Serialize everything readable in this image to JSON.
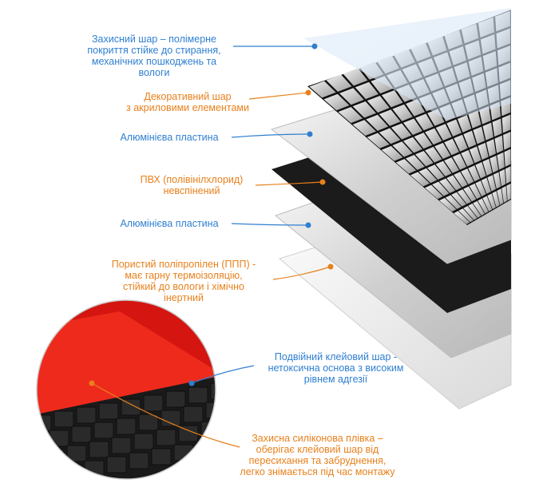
{
  "colors": {
    "blue": "#2f7fd0",
    "orange": "#e8801c",
    "pvc": "#1b1b1b",
    "aluminium": "#d6d6d6",
    "adhesive_red": "#e11b10"
  },
  "labels": {
    "protective_layer": [
      "Захисний шар – полімерне",
      "покриття стійке до стирання,",
      "механічних пошкоджень та",
      "вологи"
    ],
    "decorative_layer": [
      "Декоративний шар",
      "з акриловими елементами"
    ],
    "aluminium_plate_1": [
      "Алюмінієва пластина"
    ],
    "pvc_layer": [
      "ПВХ (полівінілхлорид)",
      "невспінений"
    ],
    "aluminium_plate_2": [
      "Алюмінієва пластина"
    ],
    "porous_polypropylene": [
      "Пористий поліпропілен (ППП) -",
      "має гарну термоізоляцію,",
      "стійкий до вологи і хімічно",
      "інертний"
    ],
    "double_adhesive": [
      "Подвійний клейовий шар -",
      "нетоксична основа з високим",
      "рівнем адгезії"
    ],
    "silicone_film": [
      "Захисна силіконова плівка –",
      "оберігає клейовий шар від",
      "пересихання та забруднення,",
      "легко знімається під час монтажу"
    ]
  }
}
